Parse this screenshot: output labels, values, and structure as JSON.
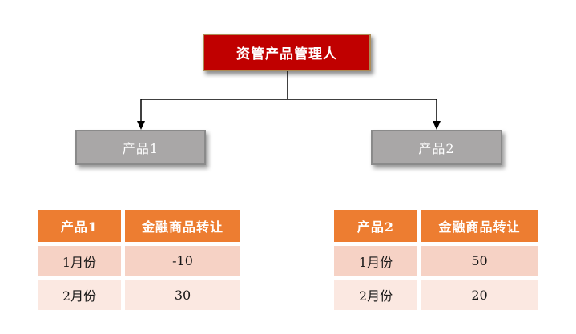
{
  "org_chart": {
    "root": {
      "label": "资管产品管理人"
    },
    "children": [
      {
        "label": "产品1"
      },
      {
        "label": "产品2"
      }
    ]
  },
  "tables": [
    {
      "headers": [
        "产品1",
        "金融商品转让"
      ],
      "rows": [
        [
          "1月份",
          "-10"
        ],
        [
          "2月份",
          "30"
        ]
      ]
    },
    {
      "headers": [
        "产品2",
        "金融商品转让"
      ],
      "rows": [
        [
          "1月份",
          "50"
        ],
        [
          "2月份",
          "20"
        ]
      ]
    }
  ],
  "colors": {
    "root_fill": "#C00000",
    "root_border": "#AD8B55",
    "child_fill": "#A9A7A7",
    "child_border": "#8A8A8A",
    "table_header_fill": "#ED7D31",
    "table_row_odd": "#F6D2C5",
    "table_row_even": "#FBE8E1",
    "connector": "#000000"
  }
}
